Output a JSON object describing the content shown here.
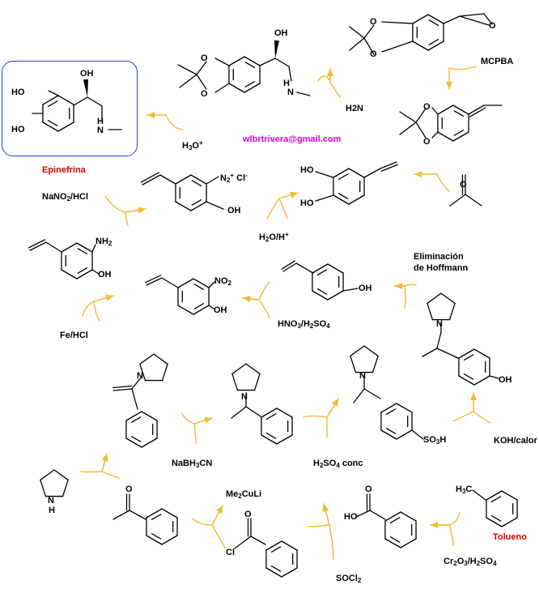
{
  "title": {
    "product": "Epinefrina",
    "start": "Tolueno"
  },
  "contact": "wlbrtrivera@gmail.com",
  "reagents": {
    "mcpba": "MCPBA",
    "methylamine": "H2N",
    "hydronium": "H3O+",
    "acetone_hint": "",
    "h2o_h": "H2O/H+",
    "nano2": "NaNO2/HCl",
    "fe_hcl": "Fe/HCl",
    "hno3": "HNO3/H2SO4",
    "hoffmann": "Eliminación de Hoffmann",
    "koh": "KOH/calor",
    "h2so4": "H2SO4 conc",
    "nabh3cn": "NaBH3CN",
    "me2culi": "Me2CuLi",
    "socl2": "SOCl2",
    "cr2o3": "Cr2O3/H2SO4"
  },
  "atoms": {
    "OH": "OH",
    "HO": "HO",
    "O": "O",
    "N": "N",
    "NH": "N",
    "H": "H",
    "NH2": "NH2",
    "N2": "N2",
    "Cl": "Cl",
    "NO2": "NO2",
    "SO3H": "SO3H",
    "H3C": "H3C"
  },
  "colors": {
    "arrow": "#f2bb33",
    "box": "#2a3fd6",
    "red": "#d40000",
    "email": "#e000e0"
  }
}
